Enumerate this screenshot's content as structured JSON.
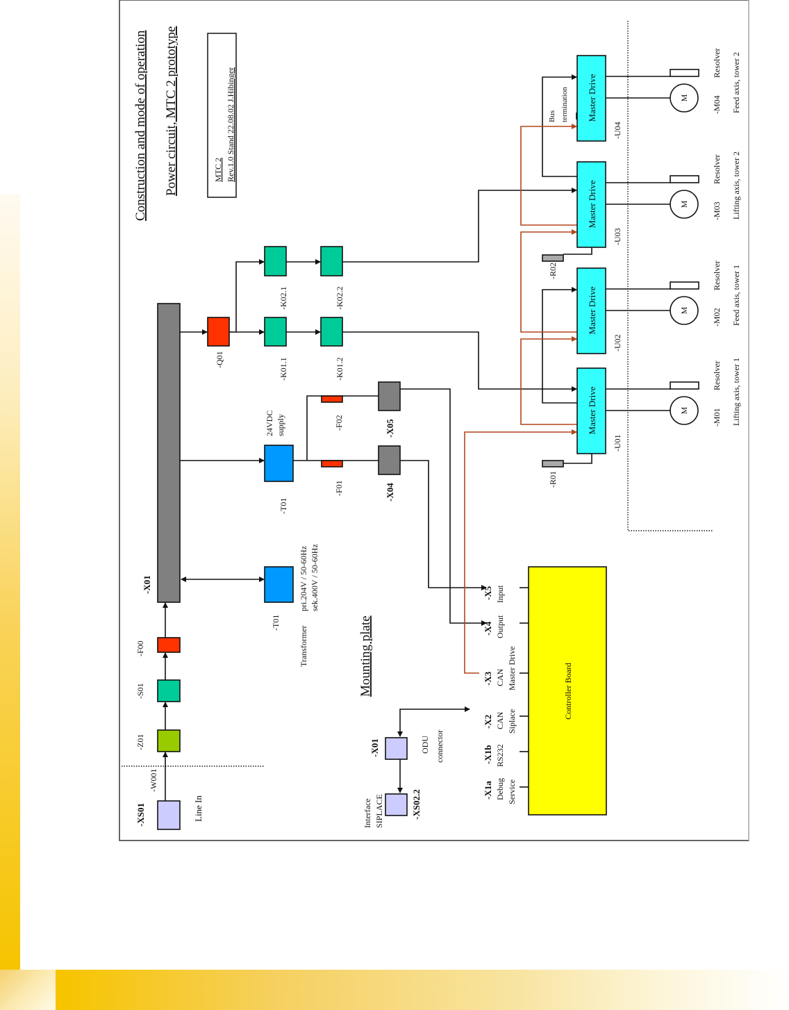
{
  "header": {
    "title": "Construction and mode of operation",
    "subtitle": "Power circuit, MTC 2 prototype",
    "info_line1": "MTC 2",
    "info_line2": "Rev.1.0 Stand 22.08.02   J.Hibinger"
  },
  "labels": {
    "mounting_plate": "Mounting plate",
    "line_in": "Line In",
    "w001": "-W001",
    "xs01": "-XS01",
    "z01": "-Z01",
    "s01": "-S01",
    "f00": "-F00",
    "x01_bus": "-X01",
    "t01_transformer": "-T01",
    "transformer_desc": "Transformer",
    "transformer_pri": "pri.204V / 50-60Hz",
    "transformer_sek": "sek.400V / 50-60Hz",
    "t01_supply": "-T01",
    "supply_line1": "24VDC",
    "supply_line2": "supply",
    "q01": "-Q01",
    "k011": "-K01.1",
    "k012": "-K01.2",
    "k021": "-K02.1",
    "k022": "-K02.2",
    "f01": "-F01",
    "f02": "-F02",
    "x04": "-X04",
    "x05": "-X05",
    "r01": "-R01",
    "r02": "-R02",
    "bus_term_1": "Bus",
    "bus_term_2": "termination",
    "odu_x01": "-X01",
    "odu_1": "ODU",
    "odu_2": "connector",
    "iface_1": "Interface",
    "iface_2": "SIPLACE",
    "xs022": "-XS02.2",
    "controller_board": "Controller Board"
  },
  "drives": [
    {
      "id": "-U01",
      "label": "Master Drive",
      "motor": "-M01",
      "motor_glyph": "M",
      "resolver": "Resolver",
      "axis": "Lifting axis, tower 1"
    },
    {
      "id": "-U02",
      "label": "Master Drive",
      "motor": "-M02",
      "motor_glyph": "M",
      "resolver": "Resolver",
      "axis": "Feed  axis, tower 1"
    },
    {
      "id": "-U03",
      "label": "Master Drive",
      "motor": "-M03",
      "motor_glyph": "M",
      "resolver": "Resolver",
      "axis": "Lifting axis, tower 2"
    },
    {
      "id": "-U04",
      "label": "Master Drive",
      "motor": "-M04",
      "motor_glyph": "M",
      "resolver": "Resolver",
      "axis": "Feed  axis, tower 2"
    }
  ],
  "controller_ports": [
    {
      "id": "-X1a",
      "l1": "Debug",
      "l2": "Service"
    },
    {
      "id": "-X1b",
      "l1": "RS232",
      "l2": ""
    },
    {
      "id": "-X2",
      "l1": "CAN",
      "l2": "Siplace"
    },
    {
      "id": "-X3",
      "l1": "CAN",
      "l2": "Master Drive"
    },
    {
      "id": "-X4",
      "l1": "Output",
      "l2": ""
    },
    {
      "id": "-X5",
      "l1": "Input",
      "l2": ""
    }
  ],
  "colors": {
    "bus_gray": "#808080",
    "fuse_red": "#ff3300",
    "contactor_green": "#00cc99",
    "filter_green": "#99cc00",
    "psu_blue": "#0099ff",
    "drive_cyan": "#33ffff",
    "connector_lavender": "#ccccff",
    "controller_yellow": "#ffff00",
    "can_wire": "#b3441c"
  }
}
